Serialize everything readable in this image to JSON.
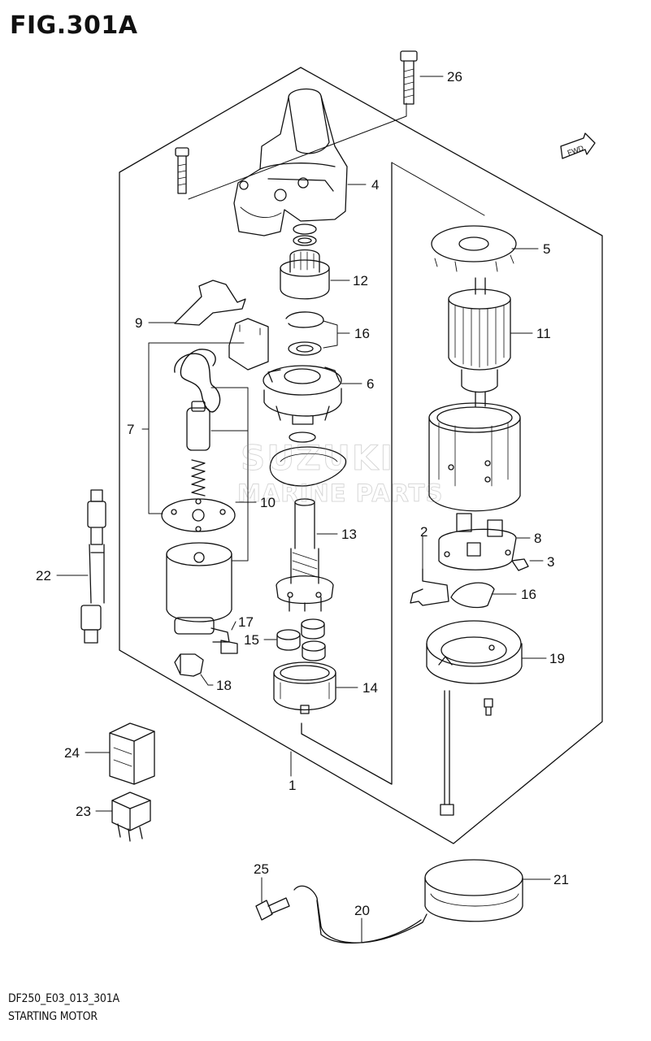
{
  "figure": {
    "title": "FIG.301A",
    "code": "DF250_E03_013_301A",
    "name": "STARTING MOTOR"
  },
  "direction_tag": "FWD",
  "watermark": {
    "line1": "SUZUKI",
    "line2": "MARINE PARTS"
  },
  "callouts": [
    "1",
    "2",
    "3",
    "4",
    "5",
    "6",
    "7",
    "8",
    "9",
    "10",
    "11",
    "12",
    "13",
    "14",
    "15",
    "16",
    "16",
    "17",
    "18",
    "19",
    "20",
    "21",
    "22",
    "23",
    "24",
    "25",
    "26"
  ]
}
